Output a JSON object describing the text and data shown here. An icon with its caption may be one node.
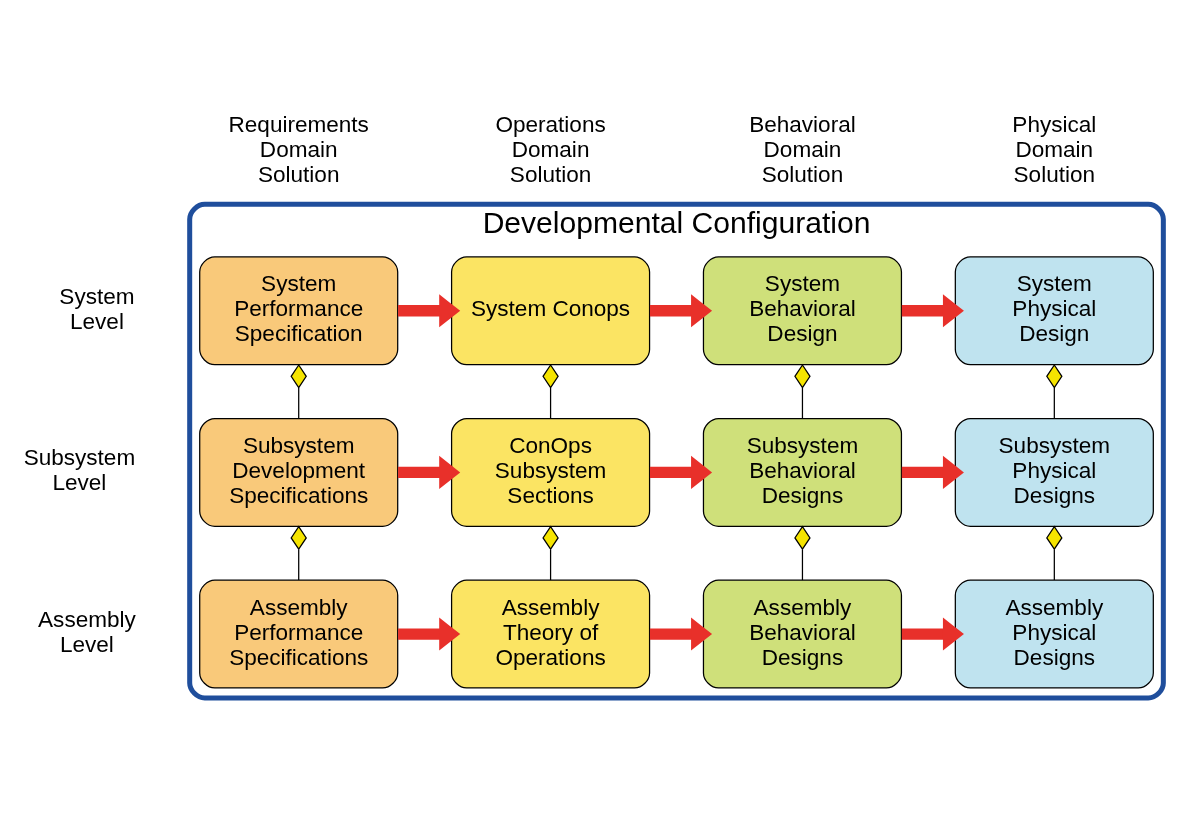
{
  "diagram": {
    "nodes": [
      {
        "text": [
          "Developmental Configuration"
        ]
      },
      {
        "text": [
          "System Performance Specification"
        ],
        "in": 0
      },
      {
        "text": [
          "System Conops"
        ],
        "in": 0
      },
      {
        "text": [
          "System Behavioral Design"
        ],
        "in": 0
      },
      {
        "text": [
          "System Physical Design"
        ],
        "in": 0
      },
      {
        "text": [
          "Subsystem Development Specifications"
        ],
        "in": 0
      },
      {
        "text": [
          "ConOps Subsystem Sections"
        ],
        "in": 0
      },
      {
        "text": [
          "Subsystem Behavioral Designs"
        ],
        "in": 0
      },
      {
        "text": [
          "Subsystem Physical Designs"
        ],
        "in": 0
      },
      {
        "text": [
          "Assembly Performance Specifications"
        ],
        "in": 0
      },
      {
        "text": [
          "Assembly Theory of Operations"
        ],
        "in": 0
      },
      {
        "text": [
          "Assembly Behavioral Designs"
        ],
        "in": 0
      },
      {
        "text": [
          "Assembly Physical Designs"
        ],
        "in": 0
      }
    ],
    "edges": [
      {
        "from": 1,
        "to": 2,
        "arrow": "to",
        "color": "#e8302a"
      },
      {
        "from": 2,
        "to": 3,
        "arrow": "to",
        "color": "#e8302a"
      },
      {
        "from": 3,
        "to": 4,
        "arrow": "to",
        "color": "#e8302a"
      },
      {
        "from": 1,
        "to": 5,
        "arrow": "other",
        "color": "#000000"
      },
      {
        "from": 2,
        "to": 6,
        "arrow": "other",
        "color": "#000000"
      },
      {
        "from": 3,
        "to": 7,
        "arrow": "other",
        "color": "#000000"
      },
      {
        "from": 4,
        "to": 8,
        "arrow": "other",
        "color": "#000000"
      },
      {
        "from": 5,
        "to": 6,
        "arrow": "to",
        "color": "#e8302a"
      },
      {
        "from": 6,
        "to": 7,
        "arrow": "to",
        "color": "#e8302a"
      },
      {
        "from": 7,
        "to": 8,
        "arrow": "to",
        "color": "#e8302a"
      },
      {
        "from": 5,
        "to": 9,
        "arrow": "other",
        "color": "#000000"
      },
      {
        "from": 6,
        "to": 10,
        "arrow": "other",
        "color": "#000000"
      },
      {
        "from": 7,
        "to": 11,
        "arrow": "other",
        "color": "#000000"
      },
      {
        "from": 8,
        "to": 12,
        "arrow": "other",
        "color": "#000000"
      },
      {
        "from": 9,
        "to": 10,
        "arrow": "to",
        "color": "#e8302a"
      },
      {
        "from": 10,
        "to": 11,
        "arrow": "to",
        "color": "#e8302a"
      },
      {
        "from": 11,
        "to": 12,
        "arrow": "to",
        "color": "#e8302a"
      }
    ],
    "labels": [
      "Requirements Domain Solution",
      "Operations Domain Solution",
      "Behavioral Domain Solution",
      "Physical Domain Solution",
      "System Level",
      "Subsystem Level",
      "Assembly Level"
    ]
  }
}
